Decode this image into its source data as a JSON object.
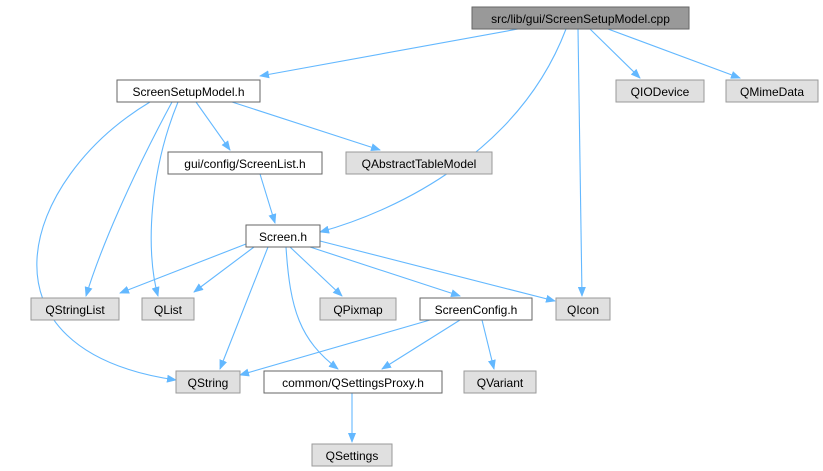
{
  "colors": {
    "edge": "#63b8ff",
    "root_fill": "#999999",
    "root_stroke": "#666666",
    "header_fill": "#ffffff",
    "header_stroke": "#666666",
    "external_fill": "#e0e0e0",
    "external_stroke": "#999999"
  },
  "nodes": {
    "root": {
      "label": "src/lib/gui/ScreenSetupModel.cpp",
      "kind": "root"
    },
    "screensetupmodel_h": {
      "label": "ScreenSetupModel.h",
      "kind": "header"
    },
    "qiodevice": {
      "label": "QIODevice",
      "kind": "external"
    },
    "qmimedata": {
      "label": "QMimeData",
      "kind": "external"
    },
    "screenlist_h": {
      "label": "gui/config/ScreenList.h",
      "kind": "header"
    },
    "qabstracttablemodel": {
      "label": "QAbstractTableModel",
      "kind": "external"
    },
    "screen_h": {
      "label": "Screen.h",
      "kind": "header"
    },
    "qstringlist": {
      "label": "QStringList",
      "kind": "external"
    },
    "qlist": {
      "label": "QList",
      "kind": "external"
    },
    "qpixmap": {
      "label": "QPixmap",
      "kind": "external"
    },
    "screenconfig_h": {
      "label": "ScreenConfig.h",
      "kind": "header"
    },
    "qicon": {
      "label": "QIcon",
      "kind": "external"
    },
    "qstring": {
      "label": "QString",
      "kind": "external"
    },
    "qsettingsproxy_h": {
      "label": "common/QSettingsProxy.h",
      "kind": "header"
    },
    "qvariant": {
      "label": "QVariant",
      "kind": "external"
    },
    "qsettings": {
      "label": "QSettings",
      "kind": "external"
    }
  },
  "edges": [
    [
      "root",
      "screensetupmodel_h"
    ],
    [
      "root",
      "qiodevice"
    ],
    [
      "root",
      "qmimedata"
    ],
    [
      "root",
      "screen_h"
    ],
    [
      "root",
      "qicon"
    ],
    [
      "screensetupmodel_h",
      "screenlist_h"
    ],
    [
      "screensetupmodel_h",
      "qabstracttablemodel"
    ],
    [
      "screensetupmodel_h",
      "qstringlist"
    ],
    [
      "screensetupmodel_h",
      "qlist"
    ],
    [
      "screensetupmodel_h",
      "qstring"
    ],
    [
      "screenlist_h",
      "screen_h"
    ],
    [
      "screen_h",
      "qstringlist"
    ],
    [
      "screen_h",
      "qlist"
    ],
    [
      "screen_h",
      "qpixmap"
    ],
    [
      "screen_h",
      "screenconfig_h"
    ],
    [
      "screen_h",
      "qicon"
    ],
    [
      "screen_h",
      "qstring"
    ],
    [
      "screen_h",
      "qsettingsproxy_h"
    ],
    [
      "screenconfig_h",
      "qstring"
    ],
    [
      "screenconfig_h",
      "qsettingsproxy_h"
    ],
    [
      "screenconfig_h",
      "qvariant"
    ],
    [
      "qsettingsproxy_h",
      "qsettings"
    ]
  ]
}
